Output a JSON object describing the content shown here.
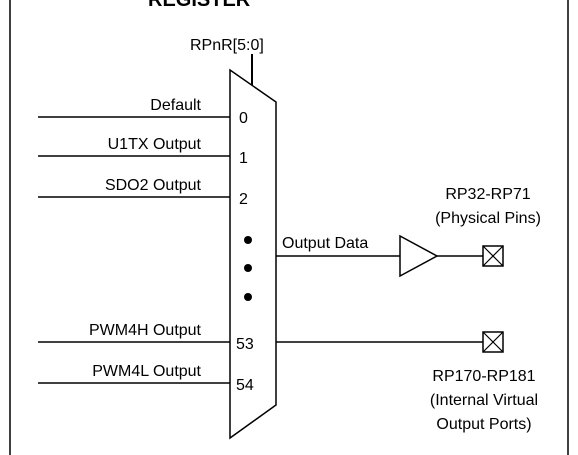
{
  "title_partial": "REGISTER",
  "select": {
    "label": "RPnR[5:0]"
  },
  "inputs": [
    {
      "label": "Default",
      "index": "0"
    },
    {
      "label": "U1TX Output",
      "index": "1"
    },
    {
      "label": "SDO2 Output",
      "index": "2"
    },
    {
      "label": "PWM4H Output",
      "index": "53"
    },
    {
      "label": "PWM4L Output",
      "index": "54"
    }
  ],
  "output": {
    "label": "Output Data"
  },
  "physical": {
    "line1": "RP32-RP71",
    "line2": "(Physical Pins)"
  },
  "virtual": {
    "line1": "RP170-RP181",
    "line2": "(Internal Virtual",
    "line3": "Output Ports)"
  }
}
